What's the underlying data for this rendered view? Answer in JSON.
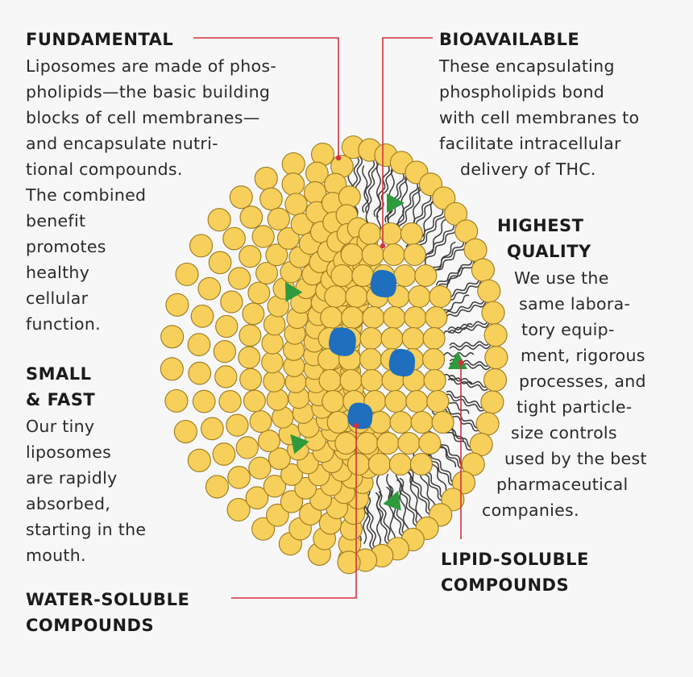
{
  "colors": {
    "background": "#f7f7f7",
    "phospholipid_head": "#f7cf5b",
    "phospholipid_outline": "#9c7a1e",
    "tail": "#3a3a3a",
    "leader_line": "#d6303d",
    "water_soluble_compound": "#1e6fbd",
    "lipid_soluble_compound": "#2e9a3c"
  },
  "callouts": {
    "fundamental": {
      "heading": "FUNDAMENTAL",
      "lines": [
        "Liposomes are made of phos-",
        "pholipids—the basic building",
        "blocks of cell membranes—",
        "and encapsulate nutri-",
        "tional compounds.",
        "The combined",
        "benefit",
        "promotes",
        "healthy",
        "cellular",
        "function."
      ]
    },
    "bioavailable": {
      "heading": "BIOAVAILABLE",
      "lines": [
        "These encapsulating",
        "phospholipids bond",
        "with cell membranes to",
        "facilitate intracellular",
        "delivery of THC."
      ]
    },
    "highest_quality": {
      "heading_lines": [
        "HIGHEST",
        "QUALITY"
      ],
      "lines": [
        "We use the",
        "same labora-",
        "tory equip-",
        "ment, rigorous",
        "processes, and",
        "tight particle-",
        "size controls",
        "used by the best",
        "pharmaceutical",
        "companies."
      ]
    },
    "small_fast": {
      "heading_lines": [
        "SMALL",
        "& FAST"
      ],
      "lines": [
        "Our tiny",
        "liposomes",
        "are rapidly",
        "absorbed,",
        "starting in the",
        "mouth."
      ]
    },
    "water_soluble": {
      "heading_lines": [
        "WATER-SOLUBLE",
        "COMPOUNDS"
      ]
    },
    "lipid_soluble": {
      "heading_lines": [
        "LIPID-SOLUBLE",
        "COMPOUNDS"
      ]
    }
  }
}
